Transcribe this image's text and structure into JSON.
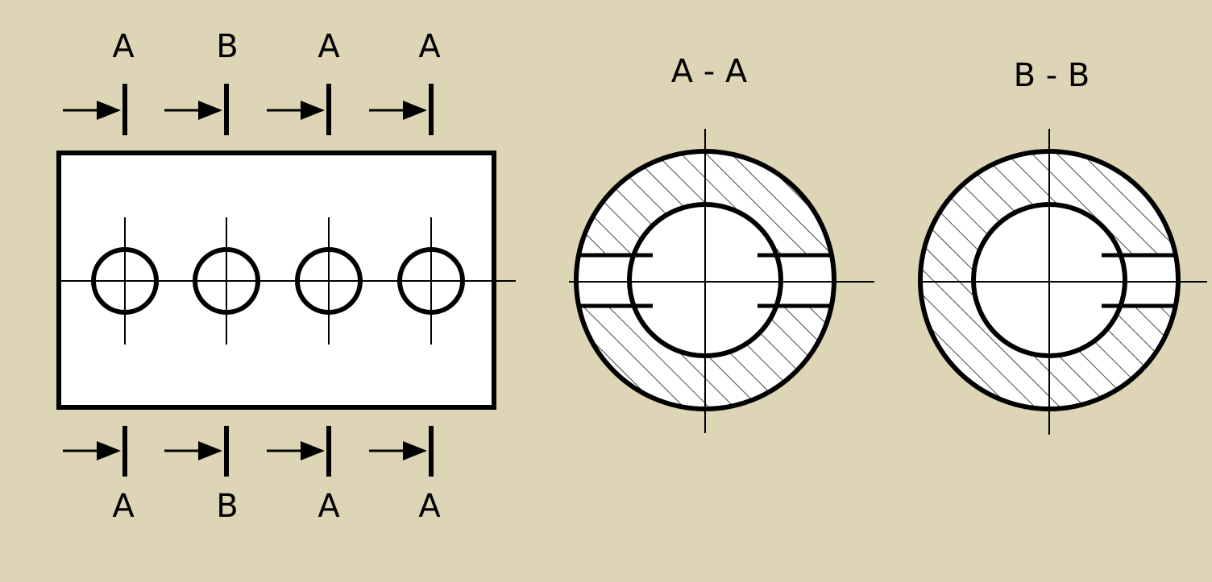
{
  "colors": {
    "background": "#ddd5b5",
    "paper": "#ffffff",
    "ink": "#000000"
  },
  "top_labels": [
    "A",
    "B",
    "A",
    "A"
  ],
  "bottom_labels": [
    "A",
    "B",
    "A",
    "A"
  ],
  "sections": {
    "aa_title": "A - A",
    "bb_title": "B - B"
  },
  "icons": [
    "section-arrow-icon",
    "center-mark-icon",
    "hatch-pattern-icon"
  ]
}
